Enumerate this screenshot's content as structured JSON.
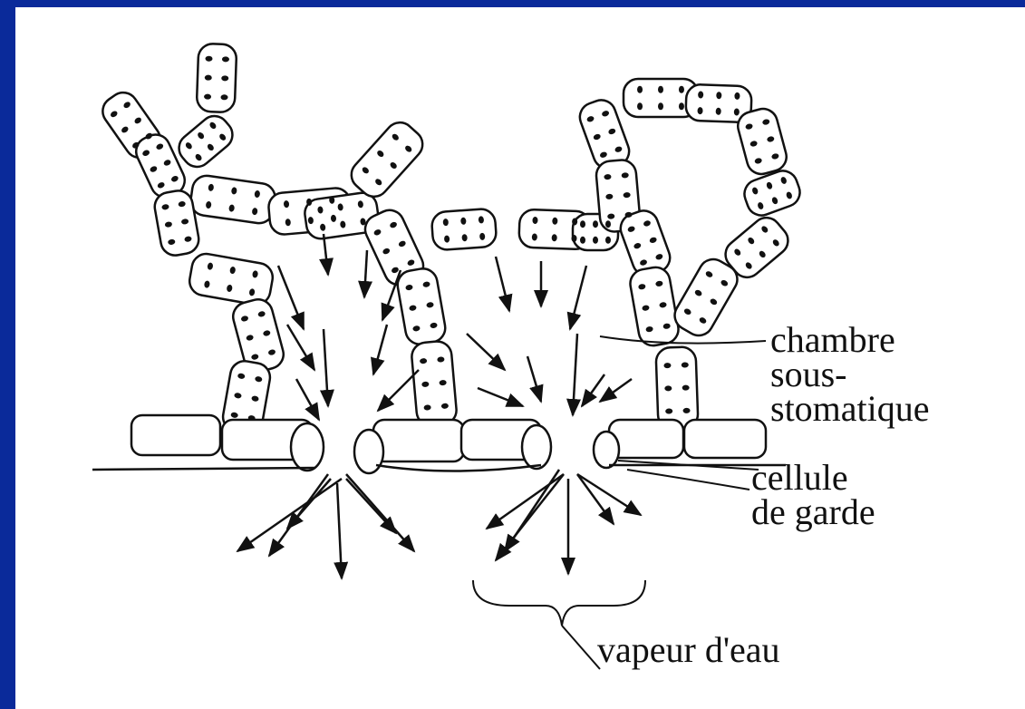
{
  "colors": {
    "frame": "#0a2a9a",
    "background": "#ffffff",
    "ink": "#111111"
  },
  "labels": {
    "chambre_line1": "chambre",
    "chambre_line2": "sous-",
    "chambre_line3": "stomatique",
    "cellule_line1": "cellule",
    "cellule_line2": "de garde",
    "vapeur": "vapeur d'eau"
  }
}
